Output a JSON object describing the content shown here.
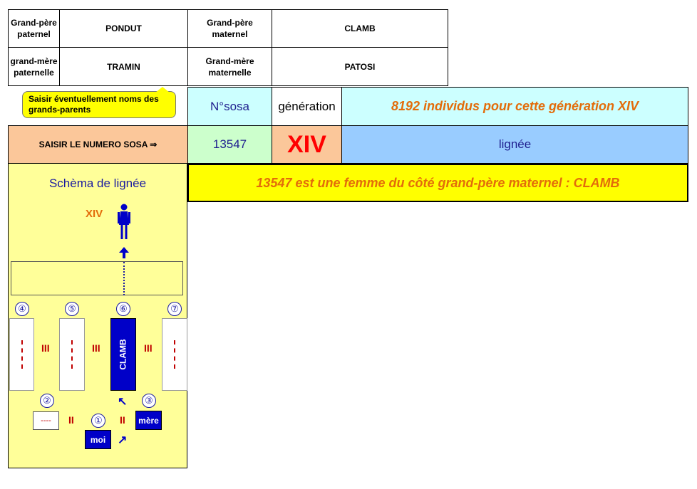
{
  "grandparents": {
    "gp_paternal_label": "Grand-père paternel",
    "gp_paternal_name": "PONDUT",
    "gp_maternal_label": "Grand-père maternel",
    "gp_maternal_name": "CLAMB",
    "gm_paternal_label": "grand-mère paternelle",
    "gm_paternal_name": "TRAMIN",
    "gm_maternal_label": "Grand-mère maternelle",
    "gm_maternal_name": "PATOSI"
  },
  "callout": "Saisir éventuellement noms des grands-parents",
  "sosa": {
    "header_label": "N°sosa",
    "generation_label": "génération",
    "individuals_text": "8192 individus pour cette génération XIV",
    "prompt": "SAISIR LE NUMERO SOSA ⇒",
    "value": "13547",
    "generation_value": "XIV",
    "lineage_label": "lignée",
    "result_text": "13547 est une femme du côté grand-père maternel :  CLAMB"
  },
  "schema": {
    "title": "Schèma de lignée",
    "generation_roman": "XIV",
    "circle_4": "④",
    "circle_5": "⑤",
    "circle_6": "⑥",
    "circle_7": "⑦",
    "circle_2": "②",
    "circle_1": "①",
    "circle_3": "③",
    "pillar_6_name": "CLAMB",
    "roman_iii_a": "III",
    "roman_iii_b": "III",
    "roman_iii_c": "III",
    "roman_ii_a": "II",
    "roman_ii_b": "II",
    "box_2_text": "----",
    "moi_label": "moi",
    "mere_label": "mère"
  },
  "colors": {
    "light_cyan": "#ccffff",
    "light_green": "#ccffcc",
    "peach": "#fbc79a",
    "light_blue": "#99ccff",
    "yellow": "#ffff00",
    "pale_yellow": "#ffff99",
    "red": "#ff0000",
    "orange": "#e36c0a",
    "dark_blue": "#0000c8"
  }
}
